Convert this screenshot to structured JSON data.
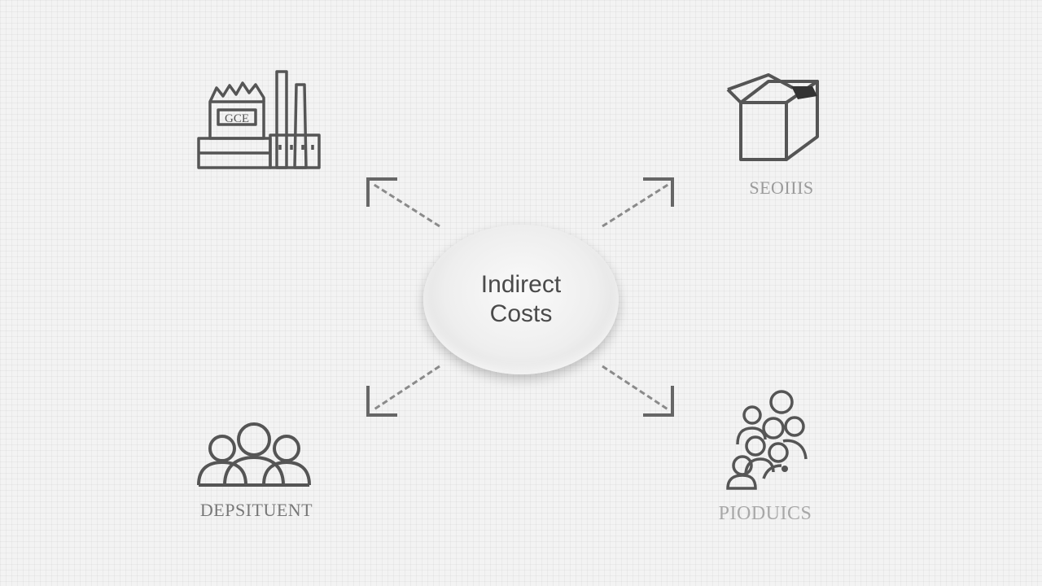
{
  "center": {
    "line1": "Indirect",
    "line2": "Costs"
  },
  "nodes": {
    "top_left": {
      "icon": "factory-icon",
      "factory_sign": "GCE"
    },
    "top_right": {
      "icon": "box-icon",
      "label": "SEOIIIS"
    },
    "bottom_left": {
      "icon": "people-group-icon",
      "label": "DEPSITUENT"
    },
    "bottom_right": {
      "icon": "crowd-icon",
      "label": "PIODUICS"
    }
  },
  "colors": {
    "background": "#f3f3f3",
    "stroke": "#555555",
    "ellipse": "#eeeeee",
    "text": "#4a4a4a"
  }
}
